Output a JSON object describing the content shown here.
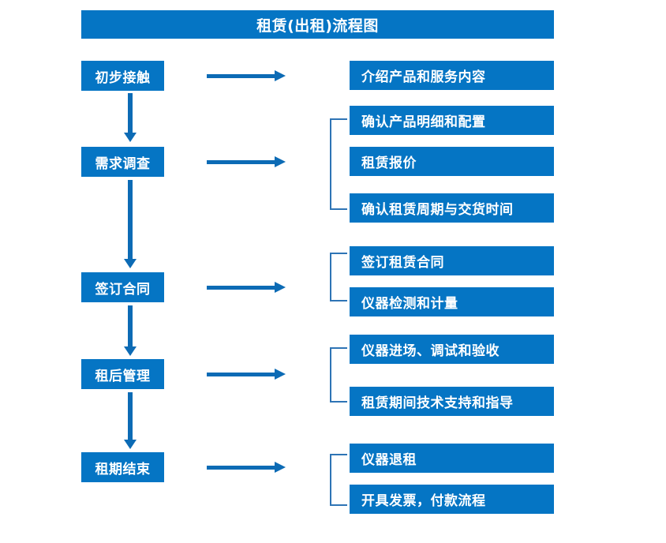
{
  "chart_data": {
    "type": "diagram",
    "title": "租赁(出租)流程图",
    "diagram_kind": "flowchart",
    "stages": [
      {
        "stage": "初步接触",
        "details": [
          "介绍产品和服务内容"
        ]
      },
      {
        "stage": "需求调查",
        "details": [
          "确认产品明细和配置",
          "租赁报价",
          "确认租赁周期与交货时间"
        ]
      },
      {
        "stage": "签订合同",
        "details": [
          "签订租赁合同",
          "仪器检测和计量"
        ]
      },
      {
        "stage": "租后管理",
        "details": [
          "仪器进场、调试和验收",
          "租赁期间技术支持和指导"
        ]
      },
      {
        "stage": "租期结束",
        "details": [
          "仪器退租",
          "开具发票，付款流程"
        ]
      }
    ]
  },
  "header": {
    "title": "租赁(出租)流程图"
  },
  "colors": {
    "box_fill": "#0575C4",
    "box_text": "#FFFFFF",
    "arrow": "#0C6BB5",
    "bracket": "#2E74B5",
    "background": "#FFFFFF"
  },
  "stages": [
    {
      "label": "初步接触"
    },
    {
      "label": "需求调查"
    },
    {
      "label": "签订合同"
    },
    {
      "label": "租后管理"
    },
    {
      "label": "租期结束"
    }
  ],
  "details": [
    {
      "label": "介绍产品和服务内容"
    },
    {
      "label": "确认产品明细和配置"
    },
    {
      "label": "租赁报价"
    },
    {
      "label": "确认租赁周期与交货时间"
    },
    {
      "label": "签订租赁合同"
    },
    {
      "label": "仪器检测和计量"
    },
    {
      "label": "仪器进场、调试和验收"
    },
    {
      "label": "租赁期间技术支持和指导"
    },
    {
      "label": "仪器退租"
    },
    {
      "label": "开具发票，付款流程"
    }
  ]
}
